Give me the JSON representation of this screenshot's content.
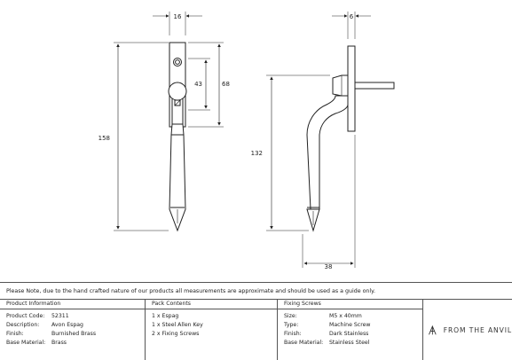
{
  "dimensions": {
    "front_width": "16",
    "front_plate_height": "68",
    "front_spindle_gap": "43",
    "front_total_height": "158",
    "side_plate_depth": "6",
    "side_height": "132",
    "side_projection": "38"
  },
  "note": "Please Note, due to the hand crafted nature of our products all measurements are approximate and should be used as a guide only.",
  "product_information": {
    "heading": "Product Information",
    "rows": [
      {
        "label": "Product Code:",
        "value": "52311"
      },
      {
        "label": "Description:",
        "value": "Avon Espag"
      },
      {
        "label": "Finish:",
        "value": "Burnished Brass"
      },
      {
        "label": "Base Material:",
        "value": "Brass"
      }
    ]
  },
  "pack_contents": {
    "heading": "Pack Contents",
    "items": [
      "1 x Espag",
      "1 x Steel Allen Key",
      "2 x Fixing Screws"
    ]
  },
  "fixing_screws": {
    "heading": "Fixing Screws",
    "rows": [
      {
        "label": "Size:",
        "value": "M5 x 40mm"
      },
      {
        "label": "Type:",
        "value": "Machine Screw"
      },
      {
        "label": "Finish:",
        "value": "Dark Stainless"
      },
      {
        "label": "Base Material:",
        "value": "Stainless Steel"
      }
    ]
  },
  "brand": {
    "name": "FROM THE ANVIL",
    "logo_icon": "anvil-a-logo-icon"
  }
}
